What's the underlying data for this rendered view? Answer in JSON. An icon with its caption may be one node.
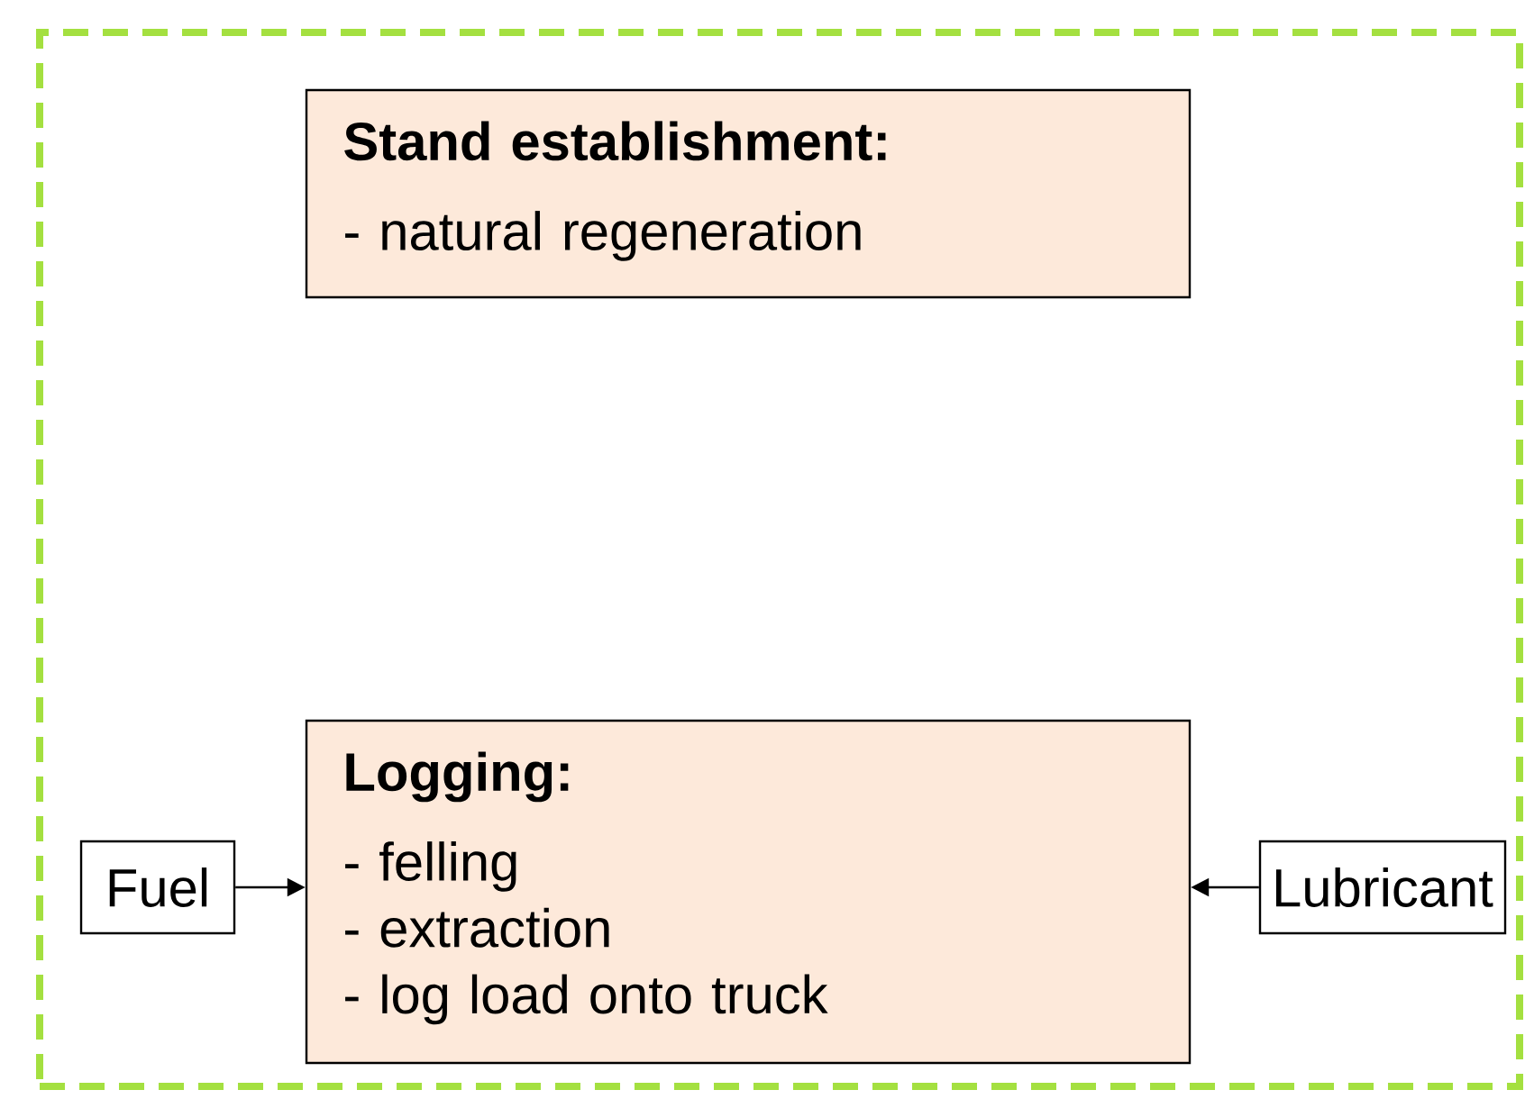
{
  "diagram": {
    "nodes": [
      {
        "text": [],
        "shape": "box"
      },
      {
        "text": [
          "Stand establishment:",
          "- natural regeneration"
        ],
        "in": 0
      },
      {
        "text": [
          "Logging:",
          "- felling",
          "- extraction",
          "- log load onto truck"
        ],
        "in": 0
      },
      {
        "text": [
          "Fuel"
        ],
        "in": 0
      },
      {
        "text": [
          "Lubricant"
        ],
        "in": 0
      }
    ],
    "edges": [
      {
        "from": 3,
        "to": 2,
        "arrow": "to"
      },
      {
        "from": 4,
        "to": 2,
        "arrow": "to"
      }
    ]
  }
}
